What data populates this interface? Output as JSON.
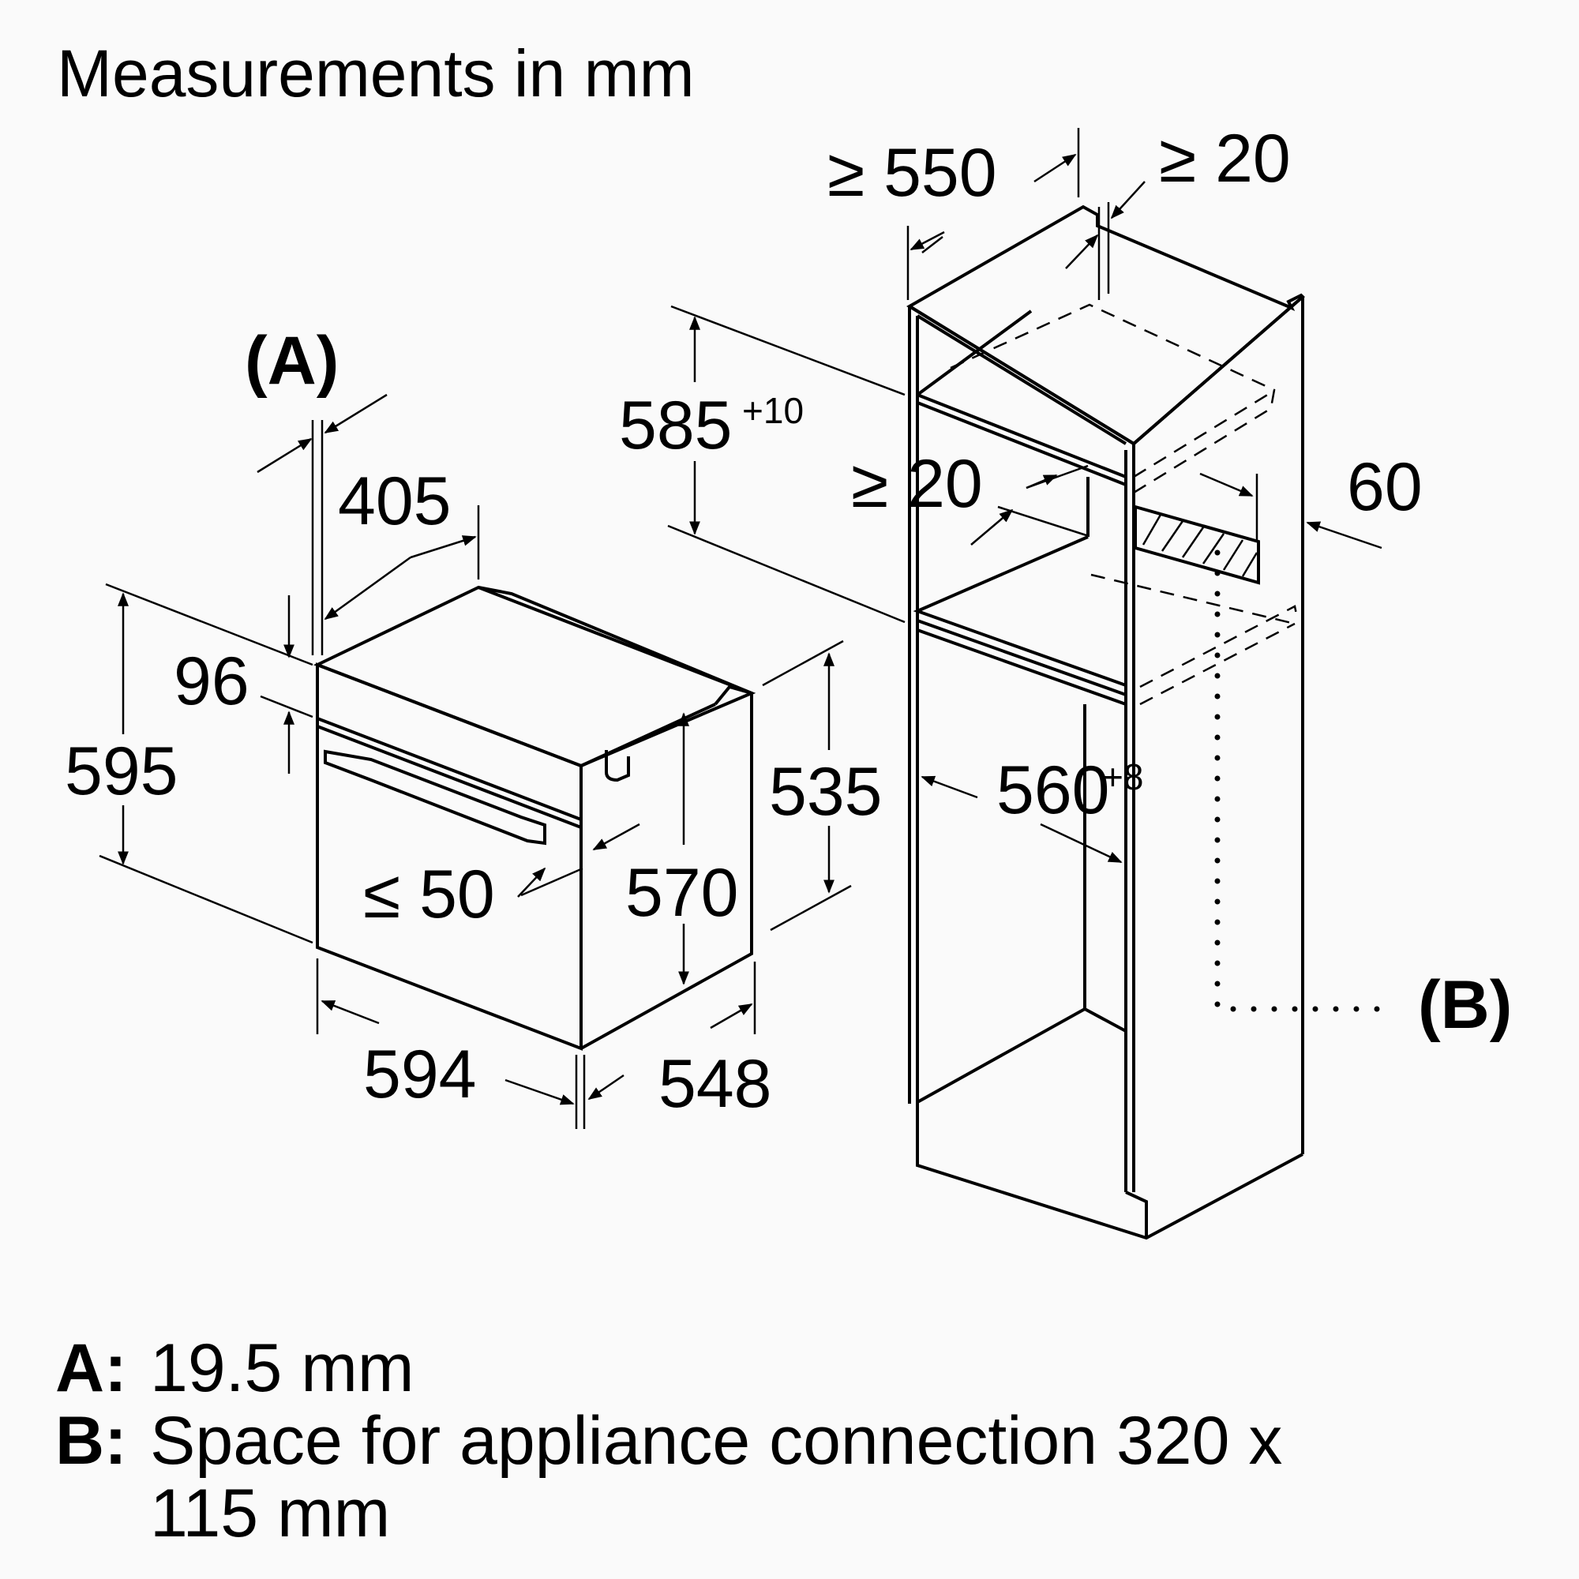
{
  "title": "Measurements in mm",
  "oven": {
    "labels": {
      "a_marker": "(A)",
      "depth_top": "405",
      "panel_height": "96",
      "height": "595",
      "door_gap": "≤ 50",
      "inner_height": "570",
      "side_height": "535",
      "width": "594",
      "depth": "548"
    }
  },
  "cabinet": {
    "labels": {
      "depth_min": "≥ 550",
      "back_gap": "≥ 20",
      "niche_height": "585",
      "niche_height_tol": "+10",
      "vent_gap": "≥ 20",
      "vent_depth": "60",
      "niche_width": "560",
      "niche_width_tol": "+8",
      "b_marker": "(B)"
    }
  },
  "legend": [
    {
      "key": "A:",
      "text": "19.5 mm"
    },
    {
      "key": "B:",
      "text": "Space for appliance connection 320 x"
    },
    {
      "key": "",
      "text": "115 mm"
    }
  ]
}
